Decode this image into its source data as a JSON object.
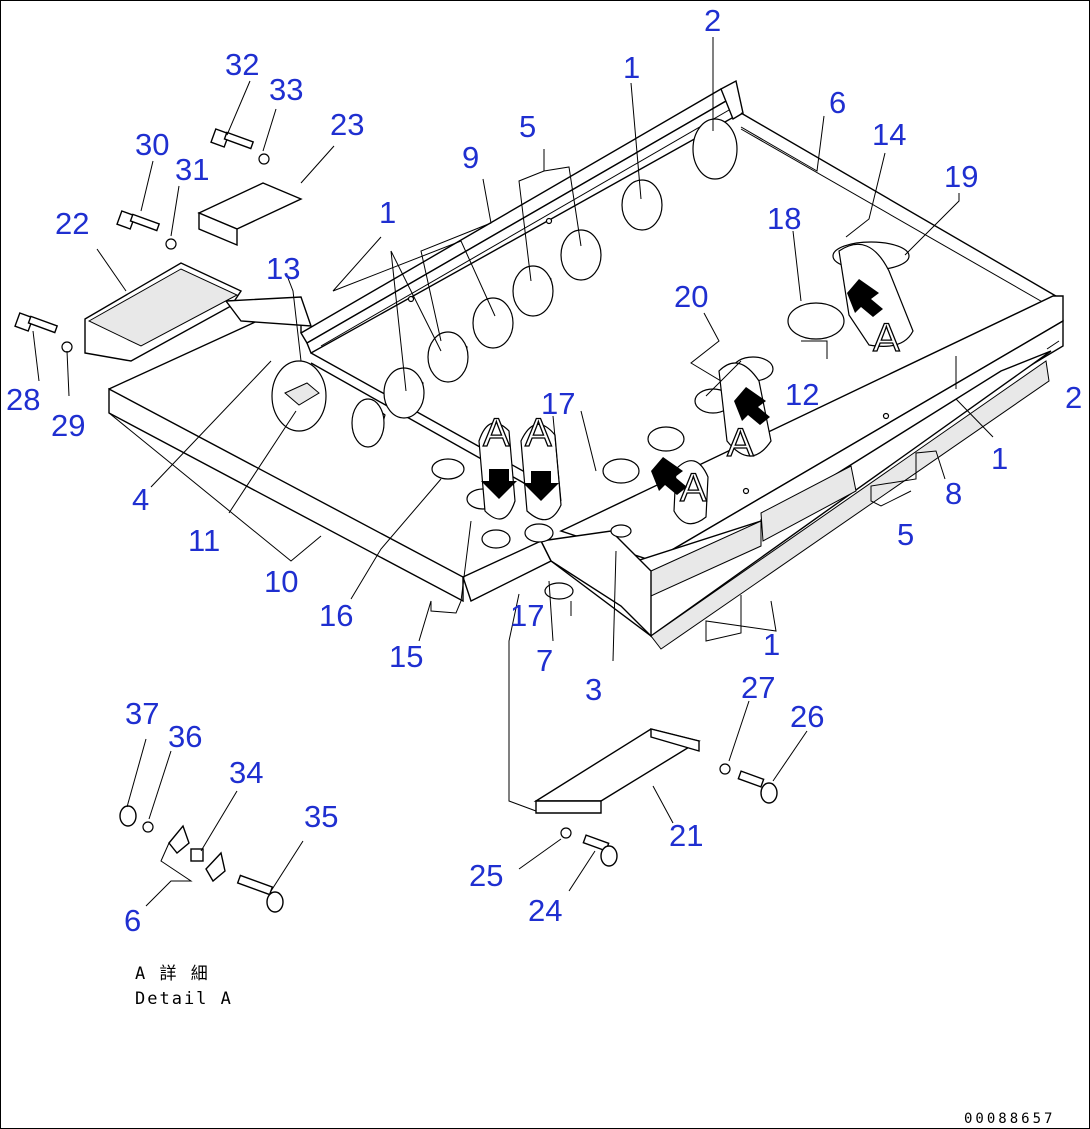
{
  "labels": [
    {
      "text": "1"
    },
    {
      "text": "1"
    },
    {
      "text": "1"
    },
    {
      "text": "1"
    },
    {
      "text": "2"
    },
    {
      "text": "2"
    },
    {
      "text": "3"
    },
    {
      "text": "4"
    },
    {
      "text": "5"
    },
    {
      "text": "5"
    },
    {
      "text": "6"
    },
    {
      "text": "6"
    },
    {
      "text": "7"
    },
    {
      "text": "8"
    },
    {
      "text": "9"
    },
    {
      "text": "10"
    },
    {
      "text": "11"
    },
    {
      "text": "12"
    },
    {
      "text": "13"
    },
    {
      "text": "14"
    },
    {
      "text": "15"
    },
    {
      "text": "16"
    },
    {
      "text": "17"
    },
    {
      "text": "17"
    },
    {
      "text": "18"
    },
    {
      "text": "19"
    },
    {
      "text": "20"
    },
    {
      "text": "21"
    },
    {
      "text": "22"
    },
    {
      "text": "23"
    },
    {
      "text": "24"
    },
    {
      "text": "25"
    },
    {
      "text": "26"
    },
    {
      "text": "27"
    },
    {
      "text": "28"
    },
    {
      "text": "29"
    },
    {
      "text": "30"
    },
    {
      "text": "31"
    },
    {
      "text": "32"
    },
    {
      "text": "33"
    },
    {
      "text": "34"
    },
    {
      "text": "35"
    },
    {
      "text": "36"
    },
    {
      "text": "37"
    }
  ],
  "detail_marker": "A",
  "detail_caption_jp": "A 詳 細",
  "detail_caption_en": "Detail A",
  "drawing_code": "00088657",
  "colors": {
    "callout": "#1f2fd0",
    "line": "#000000"
  }
}
